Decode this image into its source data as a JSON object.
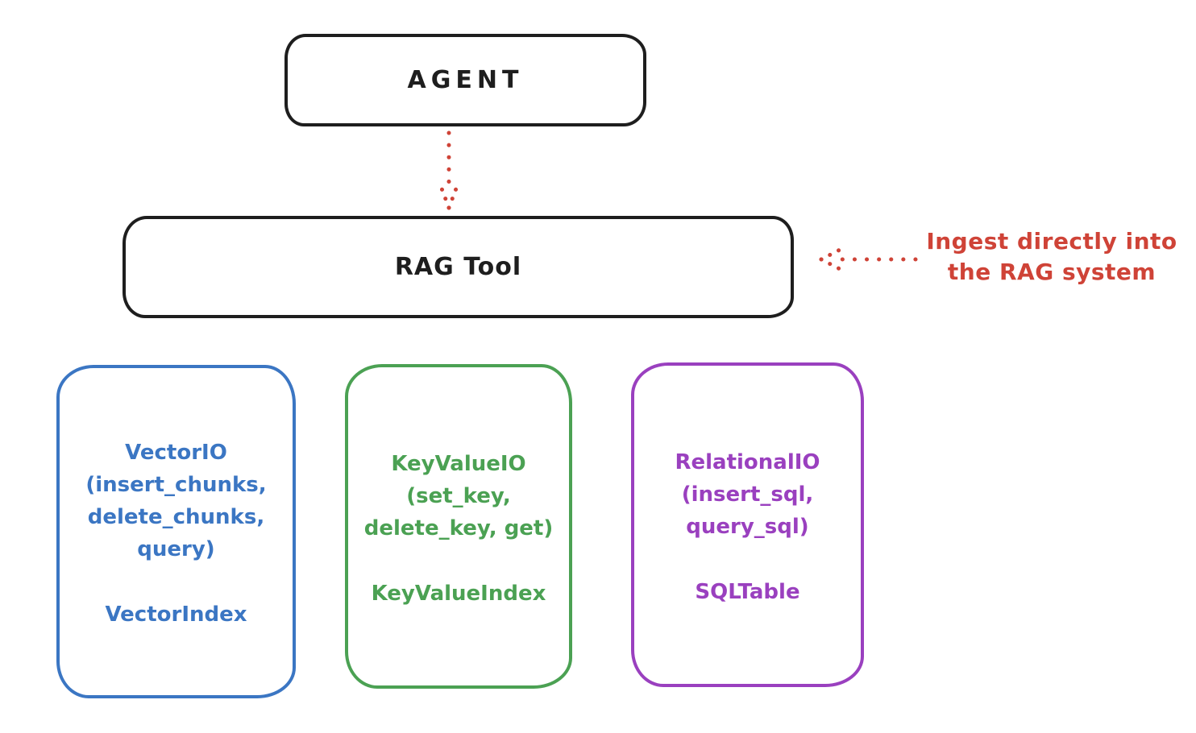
{
  "diagram": {
    "agent_label": "AGENT",
    "rag_tool_label": "RAG Tool",
    "annotation": {
      "line1": "Ingest directly into",
      "line2": "the RAG system"
    }
  },
  "cards": [
    {
      "id": "vector",
      "lines": [
        "VectorIO",
        "(insert_chunks,",
        "delete_chunks,",
        "query)"
      ],
      "index": "VectorIndex"
    },
    {
      "id": "keyvalue",
      "lines": [
        "KeyValueIO",
        "(set_key,",
        "delete_key, get)"
      ],
      "index": "KeyValueIndex"
    },
    {
      "id": "relational",
      "lines": [
        "RelationalIO",
        "(insert_sql,",
        "query_sql)"
      ],
      "index": "SQLTable"
    }
  ],
  "colors": {
    "ink": "#1e1e1e",
    "red": "#cf4337",
    "blue": "#3b76c3",
    "green": "#4ba153",
    "purple": "#9a40bf",
    "background": "#ffffff"
  }
}
